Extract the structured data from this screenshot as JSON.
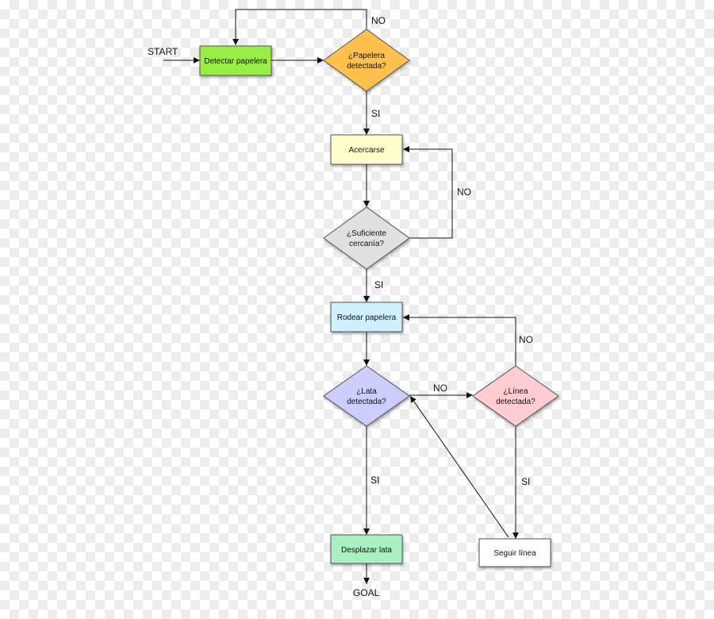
{
  "nodes": {
    "detectar": {
      "label": "Detectar papelera",
      "color": "#99ee44"
    },
    "papelera_q": {
      "line1": "¿Papelera",
      "line2": "detectada?",
      "color": "#ffc04d"
    },
    "acercarse": {
      "label": "Acercarse",
      "color": "#ffffcc"
    },
    "suficiente_q": {
      "line1": "¿Suficiente",
      "line2": "cercanía?",
      "color": "#e0e0e0"
    },
    "rodear": {
      "label": "Rodear papelera",
      "color": "#cff0ff"
    },
    "lata_q": {
      "line1": "¿Lata",
      "line2": "detectada?",
      "color": "#ccccff"
    },
    "linea_q": {
      "line1": "¿Línea",
      "line2": "detectada?",
      "color": "#ffccd2"
    },
    "desplazar": {
      "label": "Desplazar lata",
      "color": "#aaf0c0"
    },
    "seguir": {
      "label": "Seguir línea",
      "color": "#ffffff"
    }
  },
  "edge_labels": {
    "start": "START",
    "goal": "GOAL",
    "papelera_no": "NO",
    "papelera_si": "SI",
    "suficiente_no": "NO",
    "suficiente_si": "SI",
    "lata_no": "NO",
    "lata_si": "SI",
    "linea_no": "NO",
    "linea_si": "SI"
  }
}
